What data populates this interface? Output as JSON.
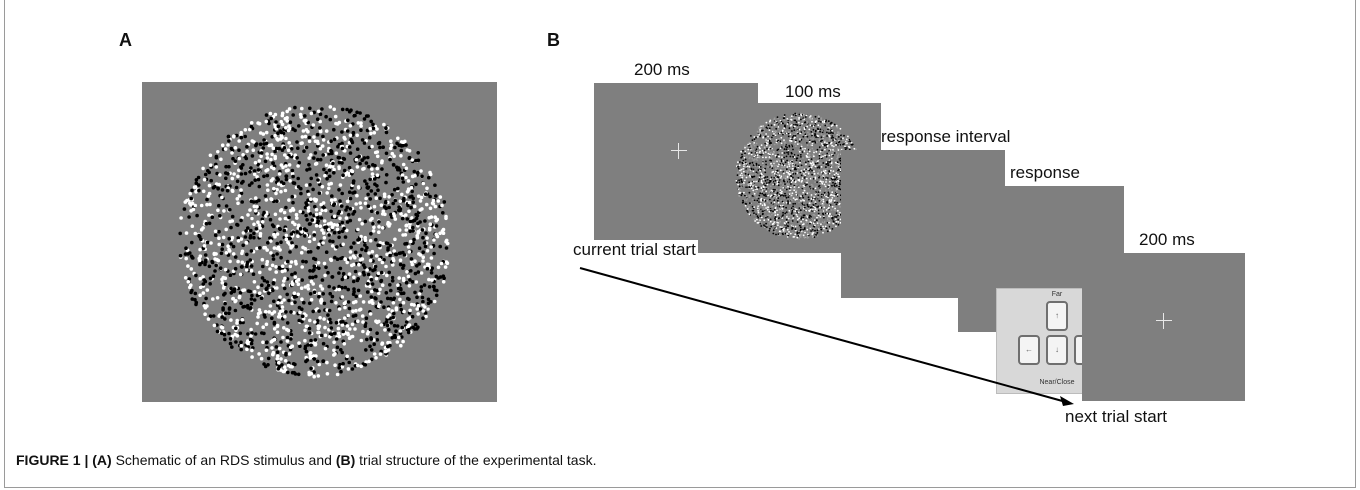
{
  "panels": {
    "a_label": "A",
    "b_label": "B"
  },
  "timeline": {
    "screen1_label": "200 ms",
    "screen2_label": "100 ms",
    "screen3_label": "response interval",
    "screen4_label": "response",
    "screen5_label": "200 ms",
    "start_label": "current trial start",
    "end_label": "next trial start"
  },
  "keyboard": {
    "far_label": "Far",
    "near_label": "Near/Close"
  },
  "caption": {
    "prefix": "FIGURE 1 | ",
    "a_tag": "(A)",
    "text1": " Schematic of an RDS stimulus and ",
    "b_tag": "(B)",
    "text2": " trial structure of the experimental task."
  },
  "colors": {
    "screen_gray": "#7f7f7f",
    "dot_black": "#000000",
    "dot_white": "#ffffff"
  }
}
